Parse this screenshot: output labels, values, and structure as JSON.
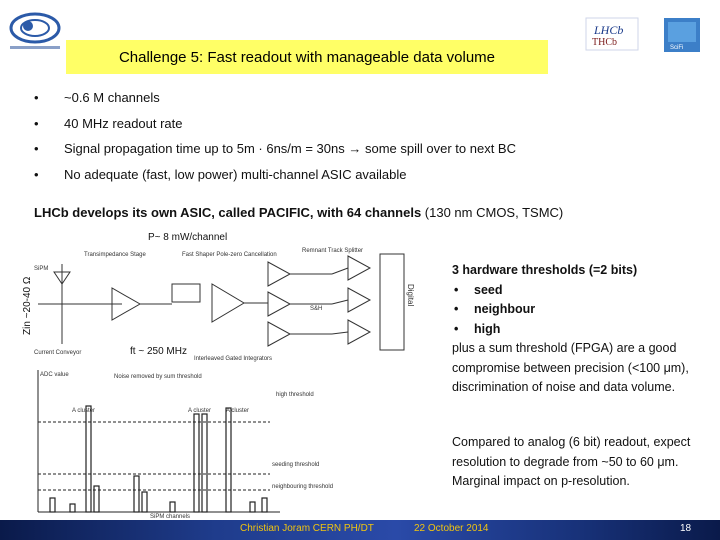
{
  "header": {
    "title": "Challenge 5: Fast readout with manageable data volume",
    "logo_left": "CERN logo",
    "logo_lhcb": "LHCb",
    "logo_scifi": "SciFi"
  },
  "bullets": [
    "~0.6 M channels",
    "40 MHz readout rate",
    "Signal propagation time up to 5m · 6ns/m = 30ns → some spill over to next BC",
    "No adequate (fast, low power) multi-channel ASIC available"
  ],
  "lhcb_line": {
    "bold": "LHCb develops its own ASIC, called PACIFIC, with 64 channels",
    "normal": " (130 nm CMOS, TSMC)"
  },
  "figure": {
    "power_label": "P~ 8 mW/channel",
    "zin_label": "Zin ~20-40 Ω",
    "ft_label": "ft ~ 250 MHz",
    "schematic_labels": {
      "transimpedance": "Transimpedance Stage",
      "shaper": "Fast Shaper Pole-zero Cancellation",
      "interleaved": "Interleaved Gated Integrators",
      "spillover": "Remnant Track Splitter",
      "digital": "Digital",
      "sh": "S&H",
      "current": "Current Conveyor",
      "sipm": "SiPM"
    },
    "plot_labels": {
      "y_axis": "ADC value",
      "x_axis": "SiPM channels",
      "noise": "Noise removed by sum threshold",
      "cluster": "A cluster",
      "high": "high threshold",
      "seeding": "seeding threshold",
      "neighbouring": "neighbouring threshold"
    }
  },
  "right": {
    "p1_head": "3 hardware thresholds (=2 bits)",
    "p1_items": [
      "seed",
      "neighbour",
      "high"
    ],
    "p1_tail": "plus a sum threshold (FPGA) are a good compromise between precision (<100 μm), discrimination of noise and data volume.",
    "p2": "Compared to analog (6 bit) readout, expect resolution to degrade from ~50 to 60 μm. Marginal impact on p-resolution."
  },
  "footer": {
    "author": "Christian Joram  CERN  PH/DT",
    "date": "22 October 2014",
    "page": "18"
  },
  "colors": {
    "title_bg": "#ffff66",
    "footer_bg": "#1f3c8c",
    "footer_text": "#f1c40f"
  }
}
